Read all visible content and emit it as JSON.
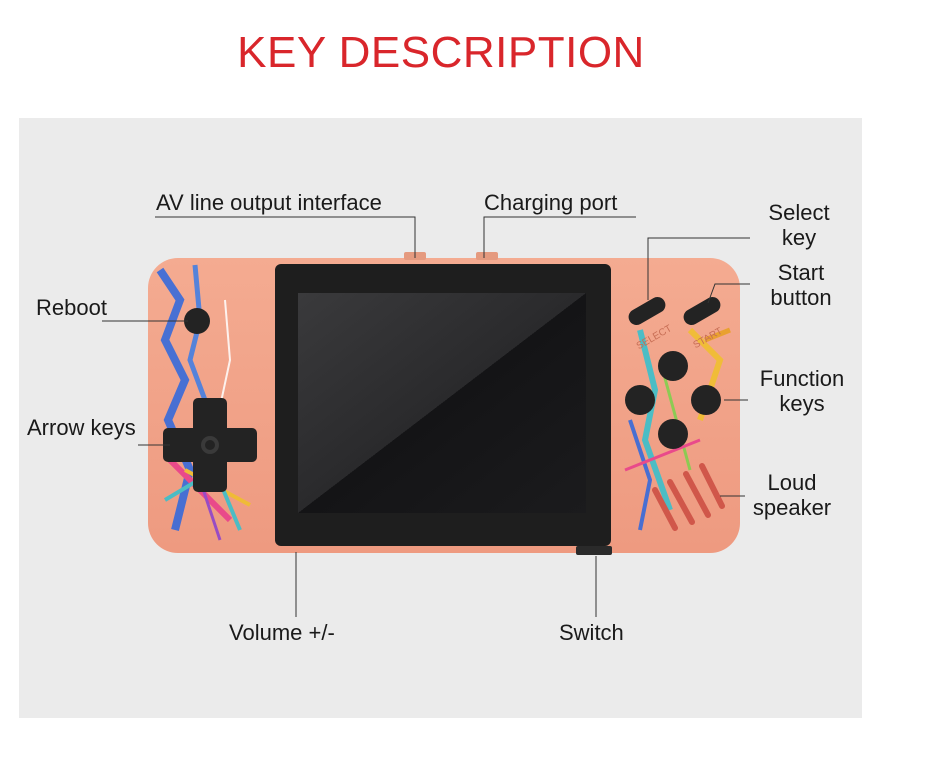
{
  "title": "KEY DESCRIPTION",
  "device": {
    "select_text": "SELECT",
    "start_text": "START"
  },
  "labels": {
    "av_output": "AV line output interface",
    "charging_port": "Charging port",
    "select_key_1": "Select",
    "select_key_2": "key",
    "start_button_1": "Start",
    "start_button_2": "button",
    "reboot": "Reboot",
    "arrow_keys": "Arrow keys",
    "function_keys_1": "Function",
    "function_keys_2": "keys",
    "loud_speaker_1": "Loud",
    "loud_speaker_2": "speaker",
    "volume": "Volume +/-",
    "switch": "Switch"
  },
  "colors": {
    "title": "#d9262b",
    "panel": "#ebebeb",
    "shell": "#f2a489",
    "bezel": "#1e1e1e",
    "screen": "#2b2b2d",
    "buttons": "#232323"
  }
}
